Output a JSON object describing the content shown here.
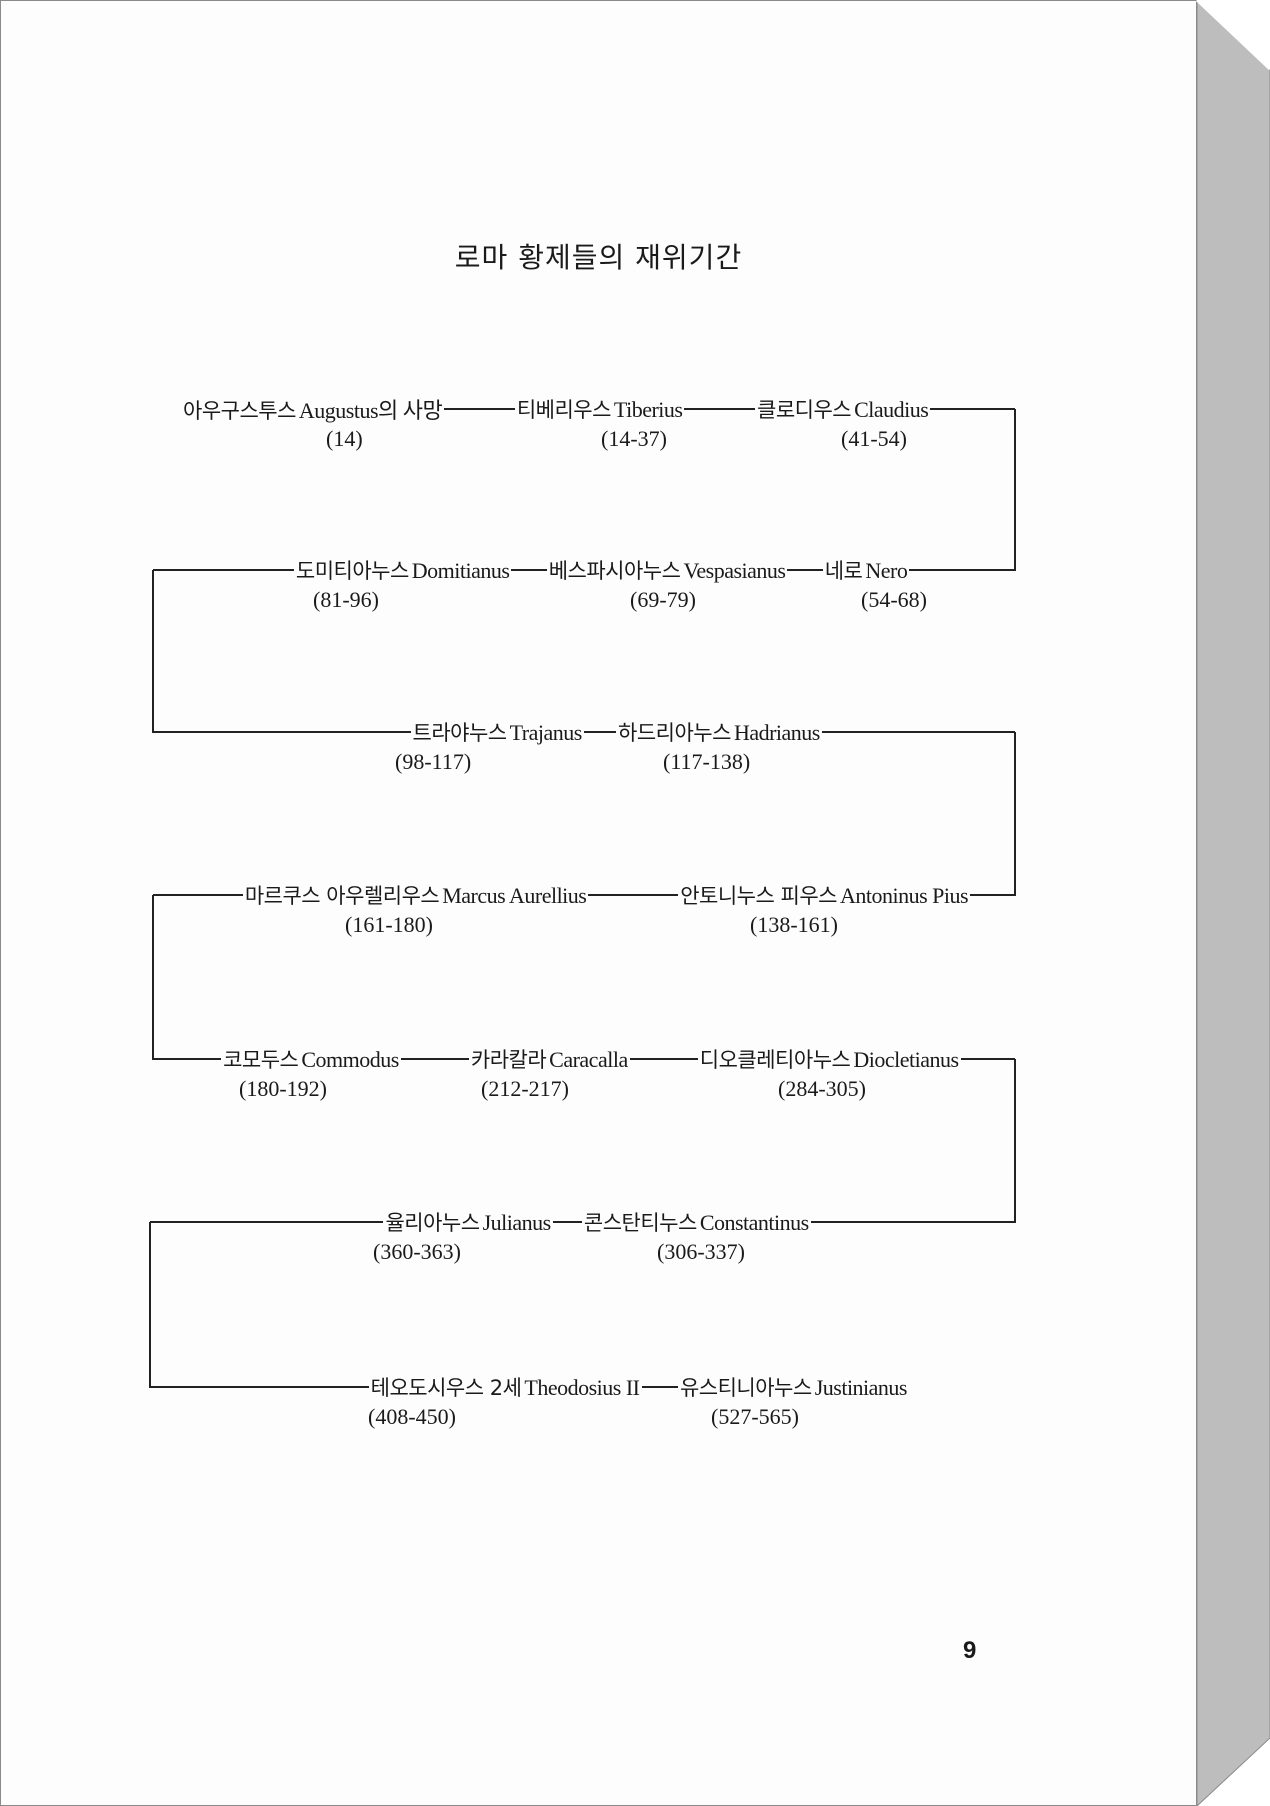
{
  "title": "로마 황제들의 재위기간",
  "rows": [
    {
      "emperors": [
        {
          "ko": "아우구스투스",
          "en": "Augustus의 사망",
          "reign": "(14)"
        },
        {
          "ko": "티베리우스",
          "en": "Tiberius",
          "reign": "(14-37)"
        },
        {
          "ko": "클로디우스",
          "en": "Claudius",
          "reign": "(41-54)"
        }
      ]
    },
    {
      "emperors": [
        {
          "ko": "도미티아누스",
          "en": "Domitianus",
          "reign": "(81-96)"
        },
        {
          "ko": "베스파시아누스",
          "en": "Vespasianus",
          "reign": "(69-79)"
        },
        {
          "ko": "네로",
          "en": "Nero",
          "reign": "(54-68)"
        }
      ]
    },
    {
      "emperors": [
        {
          "ko": "트라야누스",
          "en": "Trajanus",
          "reign": "(98-117)"
        },
        {
          "ko": "하드리아누스",
          "en": "Hadrianus",
          "reign": "(117-138)"
        }
      ]
    },
    {
      "emperors": [
        {
          "ko": "마르쿠스 아우렐리우스",
          "en": "Marcus Aurellius",
          "reign": "(161-180)"
        },
        {
          "ko": "안토니누스 피우스",
          "en": "Antoninus Pius",
          "reign": "(138-161)"
        }
      ]
    },
    {
      "emperors": [
        {
          "ko": "코모두스",
          "en": "Commodus",
          "reign": "(180-192)"
        },
        {
          "ko": "카라칼라",
          "en": "Caracalla",
          "reign": "(212-217)"
        },
        {
          "ko": "디오클레티아누스",
          "en": "Diocletianus",
          "reign": "(284-305)"
        }
      ]
    },
    {
      "emperors": [
        {
          "ko": "율리아누스",
          "en": "Julianus",
          "reign": "(360-363)"
        },
        {
          "ko": "콘스탄티누스",
          "en": "Constantinus",
          "reign": "(306-337)"
        }
      ]
    },
    {
      "emperors": [
        {
          "ko": "테오도시우스 2세",
          "en": "Theodosius II",
          "reign": "(408-450)"
        },
        {
          "ko": "유스티니아누스",
          "en": "Justinianus",
          "reign": "(527-565)"
        }
      ]
    }
  ],
  "page_number": "9"
}
